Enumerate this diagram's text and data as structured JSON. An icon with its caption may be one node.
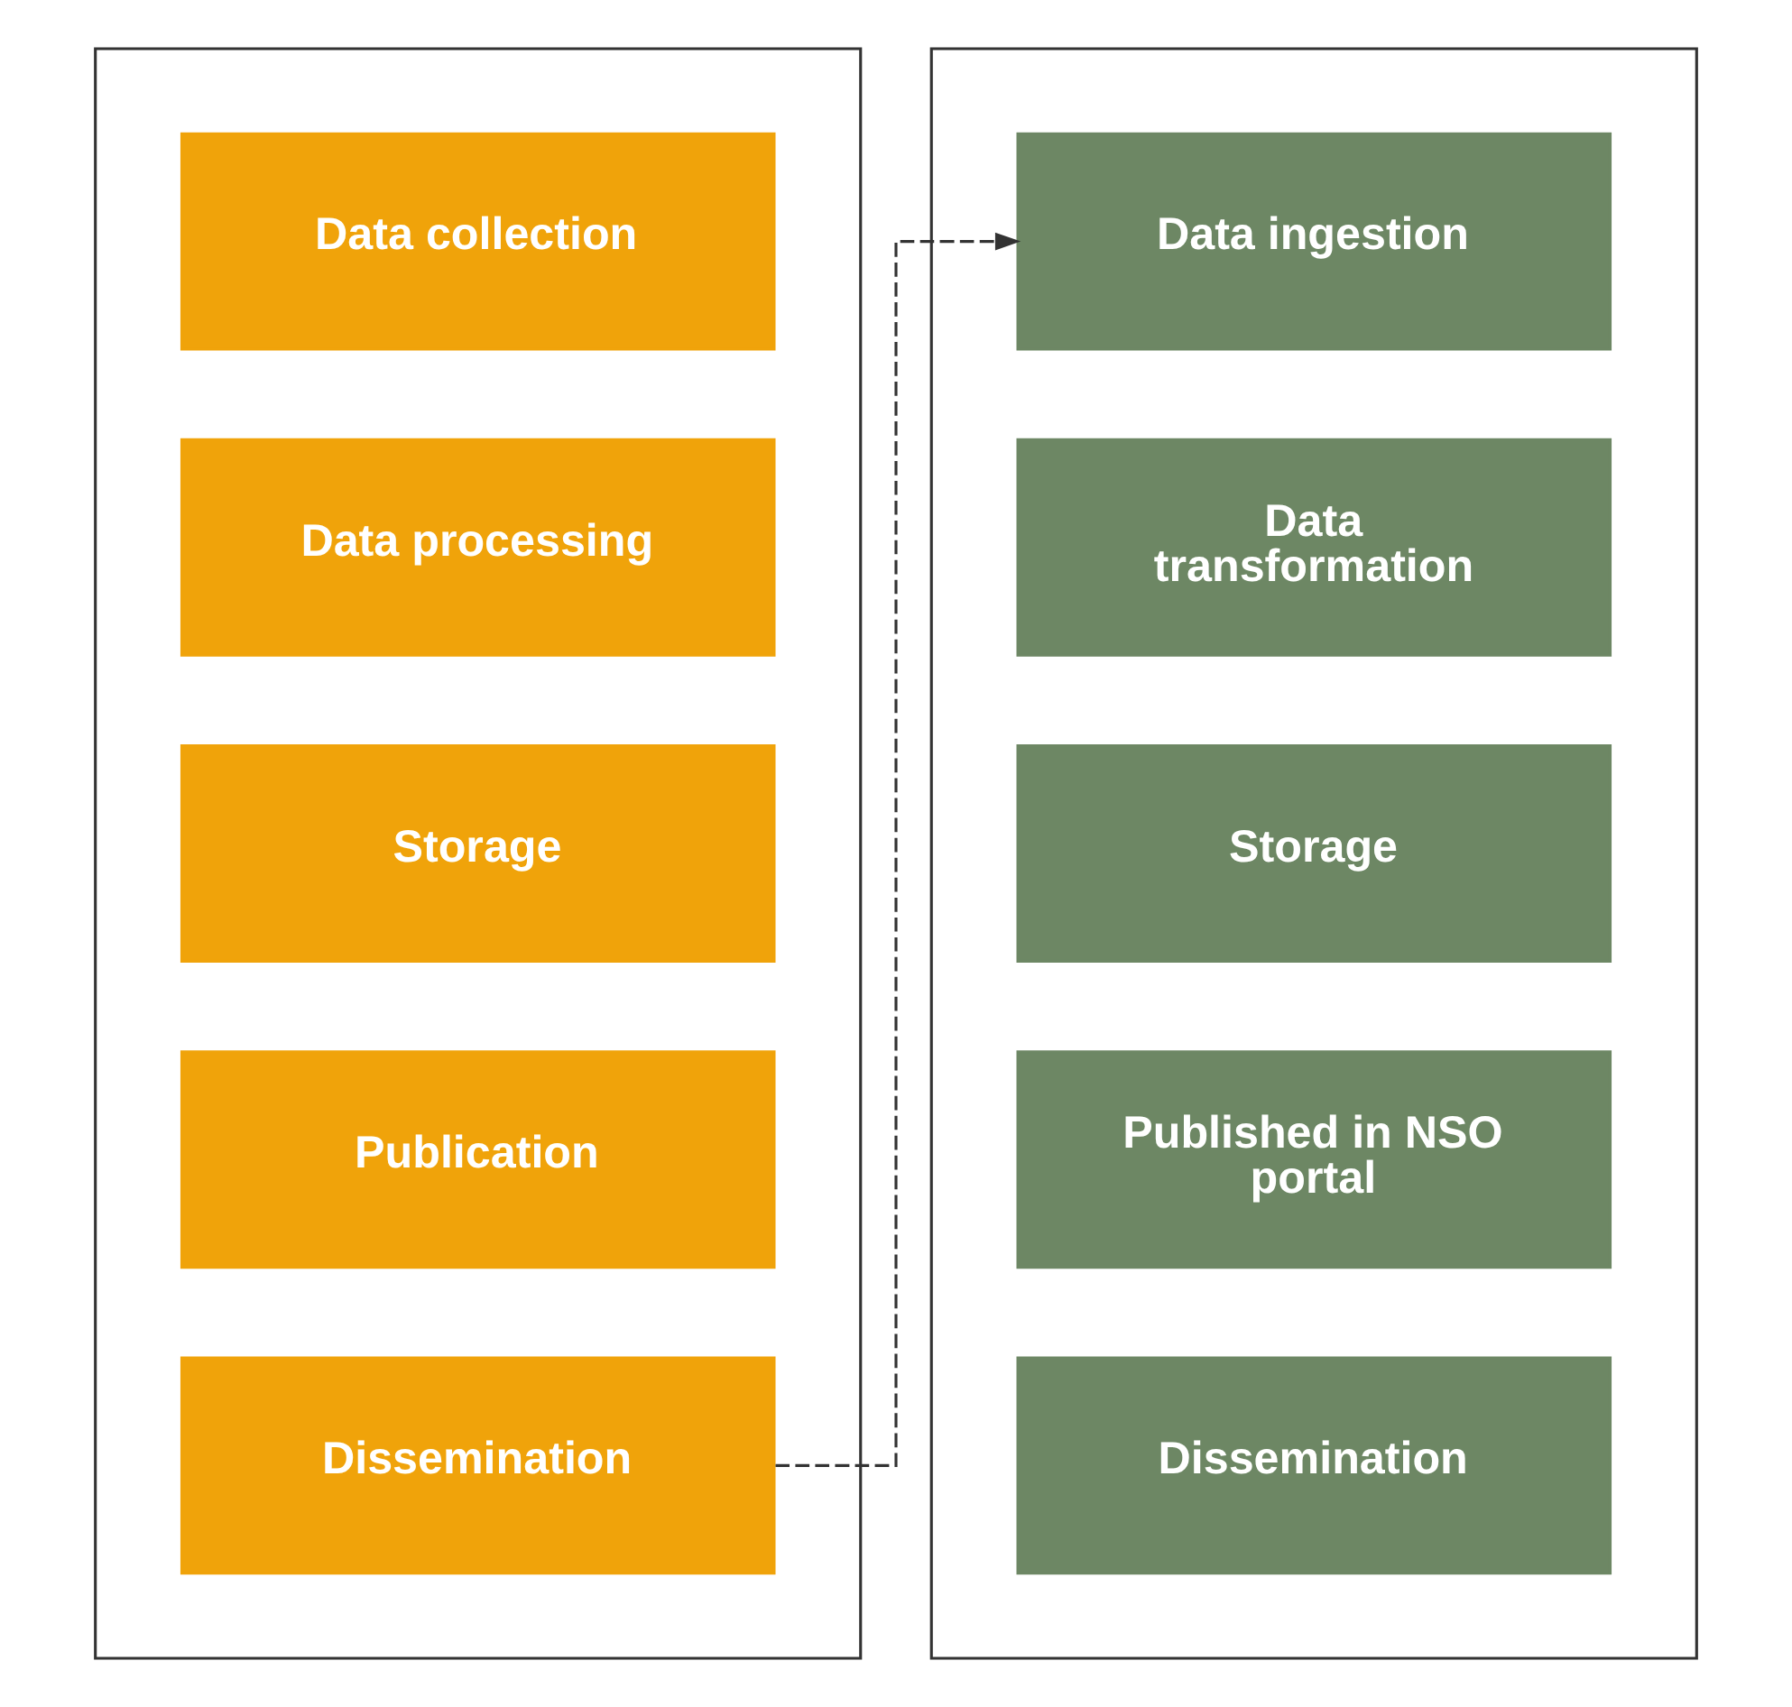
{
  "diagram": {
    "nodes": [
      {
        "text": [],
        "shape": "box"
      },
      {
        "text": [
          "Data collection"
        ],
        "in": 0
      },
      {
        "text": [
          "Data processing"
        ],
        "in": 0
      },
      {
        "text": [
          "Storage"
        ],
        "in": 0
      },
      {
        "text": [
          "Publication"
        ],
        "in": 0
      },
      {
        "text": [
          "Dissemination"
        ],
        "in": 0
      },
      {
        "text": [],
        "shape": "box"
      },
      {
        "text": [
          "Data ingestion"
        ],
        "in": 6
      },
      {
        "text": [
          "Data transformation"
        ],
        "in": 6
      },
      {
        "text": [
          "Storage"
        ],
        "in": 6
      },
      {
        "text": [
          "Published in NSO portal"
        ],
        "in": 6
      },
      {
        "text": [
          "Dissemination"
        ],
        "in": 6
      }
    ],
    "edges": [
      {
        "from": 5,
        "to": 7,
        "arrow": "to",
        "style": "dashed"
      }
    ]
  }
}
